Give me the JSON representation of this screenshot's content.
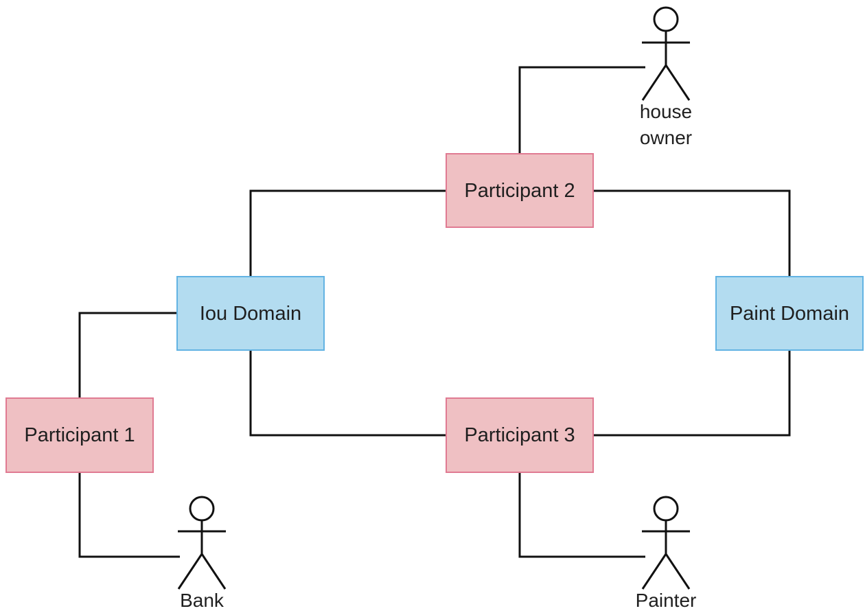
{
  "colors": {
    "participant_fill": "#efc0c3",
    "participant_stroke": "#e07a92",
    "domain_fill": "#b3dcf0",
    "domain_stroke": "#62b3e3"
  },
  "nodes": {
    "participant_1": "Participant 1",
    "participant_2": "Participant 2",
    "participant_3": "Participant 3",
    "iou_domain": "Iou Domain",
    "paint_domain": "Paint Domain"
  },
  "actors": {
    "house_owner": {
      "line1": "house",
      "line2": "owner"
    },
    "bank": "Bank",
    "painter": "Painter"
  }
}
